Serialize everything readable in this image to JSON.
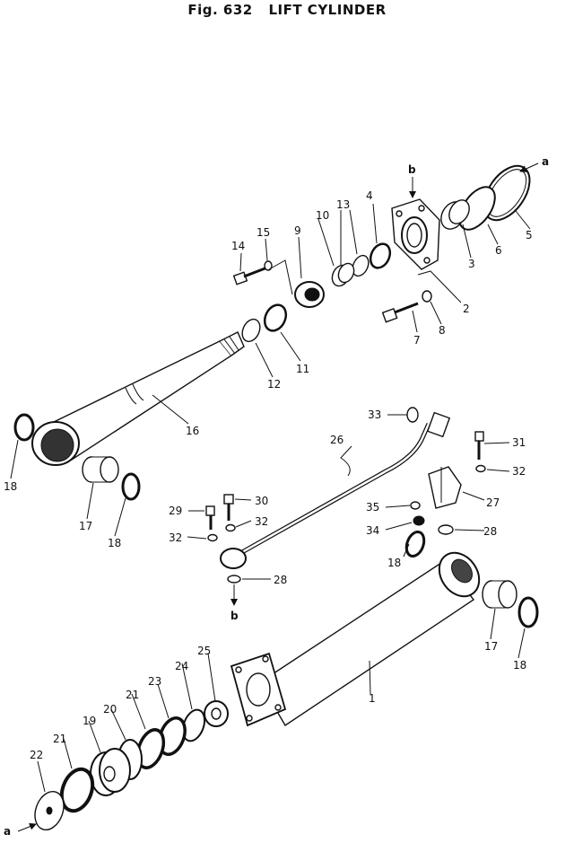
{
  "figure": {
    "number": "Fig. 632",
    "title": "LIFT CYLINDER"
  },
  "callouts": {
    "p1": "1",
    "p2": "2",
    "p3": "3",
    "p4": "4",
    "p5": "5",
    "p6": "6",
    "p7": "7",
    "p8": "8",
    "p9": "9",
    "p10": "10",
    "p11": "11",
    "p12": "12",
    "p13": "13",
    "p14": "14",
    "p15": "15",
    "p16": "16",
    "p17a": "17",
    "p17b": "17",
    "p18a": "18",
    "p18b": "18",
    "p18c": "18",
    "p18d": "18",
    "p19": "19",
    "p20": "20",
    "p21a": "21",
    "p21b": "21",
    "p22": "22",
    "p23": "23",
    "p24": "24",
    "p25": "25",
    "p26": "26",
    "p27": "27",
    "p28a": "28",
    "p28b": "28",
    "p29": "29",
    "p30": "30",
    "p31": "31",
    "p32a": "32",
    "p32b": "32",
    "p32c": "32",
    "p33": "33",
    "p34": "34",
    "p35": "35"
  },
  "references": {
    "a_top": "a",
    "a_bottom": "a",
    "b_top": "b",
    "b_bottom": "b"
  }
}
